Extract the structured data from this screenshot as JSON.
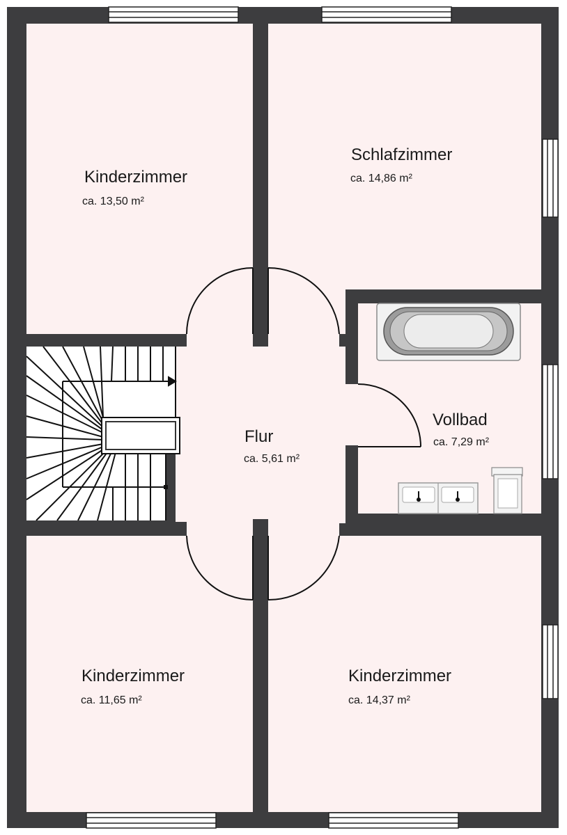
{
  "colors": {
    "wall": "#3d3d3f",
    "floor": "#fdf1f1",
    "stair_floor": "#ffffff",
    "line": "#111111"
  },
  "rooms": {
    "kinder_nw": {
      "name": "Kinderzimmer",
      "area": "ca. 13,50 m²"
    },
    "schlaf": {
      "name": "Schlafzimmer",
      "area": "ca. 14,86 m²"
    },
    "flur": {
      "name": "Flur",
      "area": "ca. 5,61 m²"
    },
    "vollbad": {
      "name": "Vollbad",
      "area": "ca. 7,29 m²"
    },
    "kinder_sw": {
      "name": "Kinderzimmer",
      "area": "ca. 11,65 m²"
    },
    "kinder_se": {
      "name": "Kinderzimmer",
      "area": "ca. 14,37 m²"
    }
  }
}
